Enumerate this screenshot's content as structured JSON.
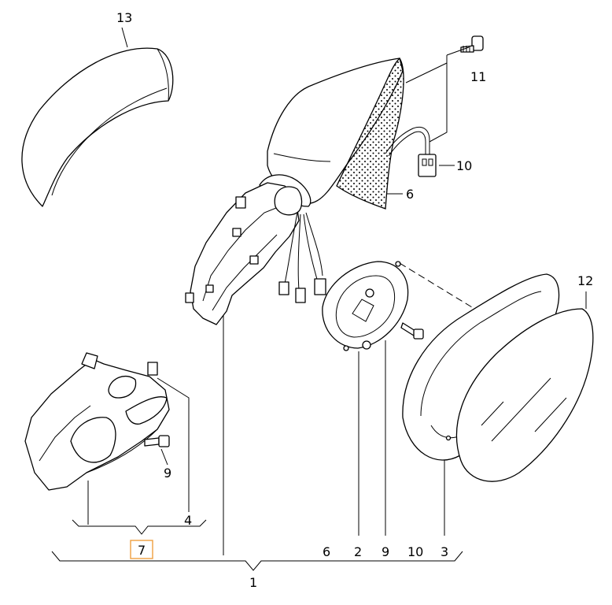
{
  "callouts": [
    {
      "id": "c13",
      "label": "13"
    },
    {
      "id": "c11",
      "label": "11"
    },
    {
      "id": "c10",
      "label": "10"
    },
    {
      "id": "c6",
      "label": "6"
    },
    {
      "id": "c12",
      "label": "12"
    },
    {
      "id": "c9a",
      "label": "9"
    },
    {
      "id": "c4",
      "label": "4"
    },
    {
      "id": "c7",
      "label": "7"
    },
    {
      "id": "b6",
      "label": "6"
    },
    {
      "id": "b2",
      "label": "2"
    },
    {
      "id": "b9",
      "label": "9"
    },
    {
      "id": "b10",
      "label": "10"
    },
    {
      "id": "b3",
      "label": "3"
    },
    {
      "id": "c1",
      "label": "1"
    }
  ],
  "highlight": {
    "label": "7",
    "color": "#f0a040"
  }
}
